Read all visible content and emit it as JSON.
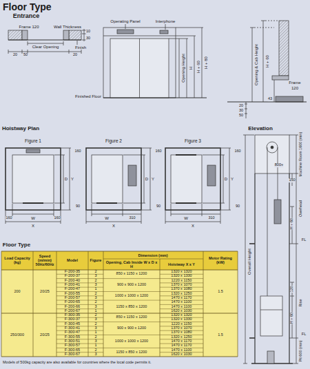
{
  "diagram": {
    "title": "Floor Type",
    "labels": [
      "Entrance",
      "Frame 120",
      "Wall Thickness",
      "10",
      "30",
      "Clear Opening",
      "Finish",
      "20",
      "50",
      "20",
      "Operating Panel",
      "Interphone",
      "Opening Height",
      "H",
      "H + 60",
      "H + 80",
      "Finished Floor",
      "Opening & Cab Height",
      "H + 60",
      "Frame",
      "120",
      "43",
      "20",
      "30",
      "50",
      "Hoistway Plan",
      "Figure 1",
      "Figure 2",
      "Figure 3",
      "160",
      "W",
      "160",
      "X",
      "160",
      "D",
      "Y",
      "90",
      "W",
      "310",
      "X",
      "160",
      "D",
      "Y",
      "90",
      "W",
      "310",
      "X",
      "160",
      "D",
      "Y",
      "90",
      "Elevation",
      "800+",
      "Machine Room 1600 (min)",
      "150",
      "Overhead",
      "H + 60",
      "FL",
      "Overall Height",
      "120",
      "Rise",
      "H + 60",
      "FL",
      "Pit 600 (min)",
      "Floor Type",
      "Load Capacity (kg)",
      "Speed (m/min) 50Hz/60Hz",
      "Model",
      "Figure",
      "Dimension (mm)",
      "Opening, Cab Inside W x D x H",
      "Hoistway X x Y",
      "Motor Rating (kW)",
      "200",
      "20/25",
      "F-200-35",
      "2",
      "850 x 1150 x 1200",
      "1320 x 1320",
      "F-200-37",
      "3",
      "1320 x 1330",
      "F-200-40",
      "2",
      "900 x 900 x 1200",
      "1220 x 1150",
      "F-200-41",
      "3",
      "1370 x 1070",
      "F-200-47",
      "1",
      "1370 x 1080",
      "F-200-55",
      "2",
      "1000 x 1000 x 1200",
      "1320 x 1250",
      "F-200-57",
      "3",
      "1470 x 1170",
      "F-200-65",
      "2",
      "1150 x 850 x 1200",
      "1470 x 1100",
      "F-200-66",
      "3",
      "1470 x 1100",
      "F-200-67",
      "1",
      "1620 x 1030",
      "1.5",
      "250/300",
      "20/25",
      "F-300-35",
      "2",
      "850 x 1150 x 1200",
      "1320 x 1320",
      "F-300-37",
      "3",
      "1320 x 1330",
      "F-300-45",
      "2",
      "900 x 900 x 1200",
      "1220 x 1150",
      "F-300-41",
      "3",
      "1370 x 1070",
      "F-300-47",
      "1",
      "1370 x 1080",
      "F-300-55",
      "2",
      "1000 x 1000 x 1200",
      "1320 x 1250",
      "F-300-51",
      "3",
      "1470 x 1170",
      "F-300-57",
      "1",
      "1470 x 1170",
      "F-300-65",
      "2",
      "1150 x 850 x 1200",
      "1470 x 1100",
      "F-300-67",
      "3",
      "1620 x 1030",
      "1.5",
      "Models of 500kg capacity are also available for countries where the local code permits it."
    ]
  }
}
